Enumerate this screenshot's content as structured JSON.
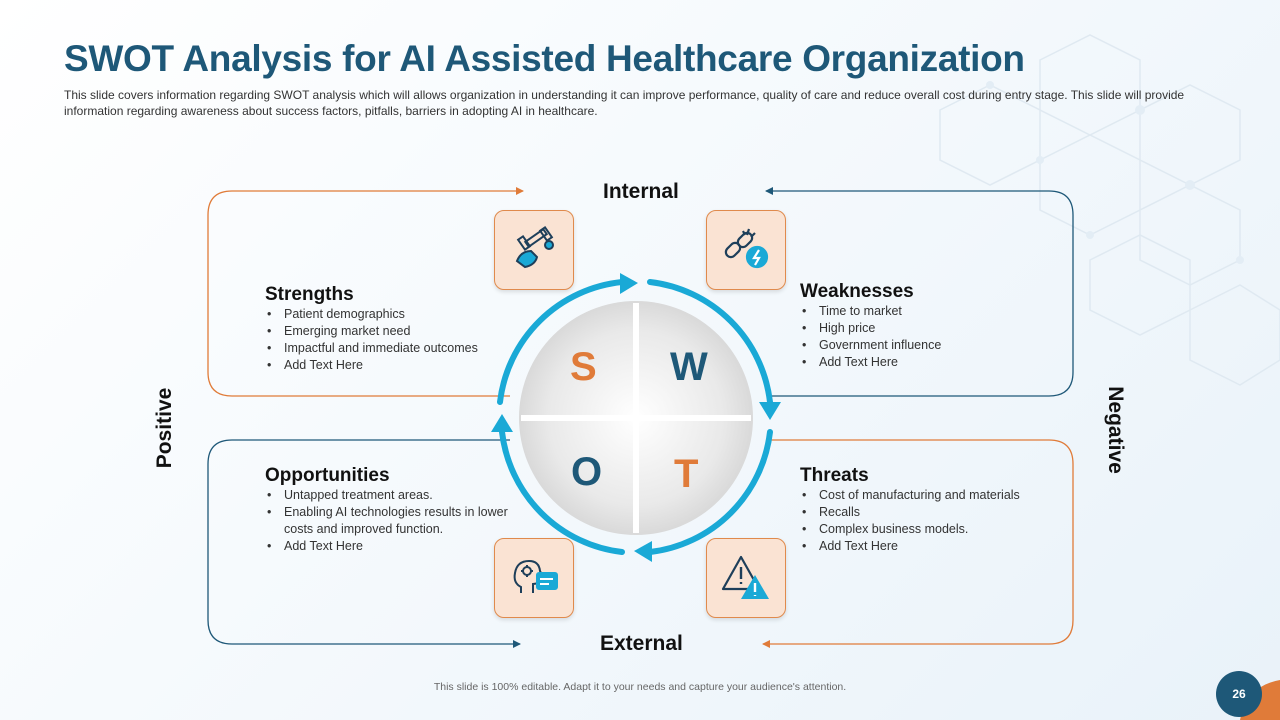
{
  "slide": {
    "title": "SWOT Analysis for AI Assisted Healthcare Organization",
    "subtitle": "This slide covers information regarding SWOT  analysis which will allows organization in understanding it can improve performance,  quality of care and reduce overall cost during entry stage. This slide will provide information regarding awareness about success factors, pitfalls, barriers  in adopting AI in healthcare.",
    "footer": "This slide is  100% editable.  Adapt it  to your needs and capture your audience's attention.",
    "page_number": "26"
  },
  "axes": {
    "internal": "Internal",
    "external": "External",
    "positive": "Positive",
    "negative": "Negative"
  },
  "letters": {
    "s": "S",
    "w": "W",
    "o": "O",
    "t": "T"
  },
  "quadrants": {
    "strengths": {
      "title": "Strengths",
      "icon": "strength-arm-dumbbell-icon",
      "items": [
        "Patient demographics",
        "Emerging market need",
        "Impactful and  immediate outcomes",
        "Add Text Here"
      ]
    },
    "weaknesses": {
      "title": "Weaknesses",
      "icon": "broken-chain-icon",
      "items": [
        "Time to market",
        "High price",
        "Government influence",
        "Add Text Here"
      ]
    },
    "opportunities": {
      "title": "Opportunities",
      "icon": "ai-head-idea-icon",
      "items": [
        "Untapped treatment areas.",
        "Enabling AI technologies results in lower costs and improved function.",
        "Add Text Here"
      ]
    },
    "threats": {
      "title": "Threats",
      "icon": "warning-triangles-icon",
      "items": [
        "Cost of manufacturing and materials",
        "Recalls",
        "Complex business models.",
        "Add Text Here"
      ]
    }
  },
  "colors": {
    "navy": "#1e5878",
    "orange": "#e07b39",
    "cyan": "#1aa9d6",
    "icon_bg": "#fae3d3"
  }
}
